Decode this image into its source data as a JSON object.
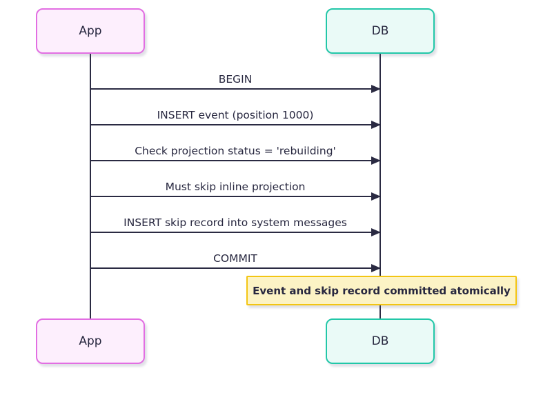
{
  "diagram": {
    "type": "sequence",
    "background_color": "#ffffff",
    "line_color": "#2a2a42",
    "text_color": "#27273f",
    "actors": [
      {
        "id": "app",
        "label": "App",
        "fill_color": "#fdeffd",
        "border_color": "#e26ee2"
      },
      {
        "id": "db",
        "label": "DB",
        "fill_color": "#eafaf7",
        "border_color": "#22c7a8"
      }
    ],
    "messages": [
      {
        "from": "App",
        "to": "DB",
        "arrow": "solid-filled",
        "label": "BEGIN"
      },
      {
        "from": "App",
        "to": "DB",
        "arrow": "solid-filled",
        "label": "INSERT event (position 1000)"
      },
      {
        "from": "App",
        "to": "DB",
        "arrow": "solid-filled",
        "label": "Check projection status = 'rebuilding'"
      },
      {
        "from": "App",
        "to": "DB",
        "arrow": "solid-filled",
        "label": "Must skip inline projection"
      },
      {
        "from": "App",
        "to": "DB",
        "arrow": "solid-filled",
        "label": "INSERT skip record into system messages"
      },
      {
        "from": "App",
        "to": "DB",
        "arrow": "solid-filled",
        "label": "COMMIT"
      }
    ],
    "note": {
      "placement": "over DB",
      "label": "Event and skip record committed atomically",
      "fill_color": "#fcf3c5",
      "border_color": "#f3c513"
    }
  }
}
